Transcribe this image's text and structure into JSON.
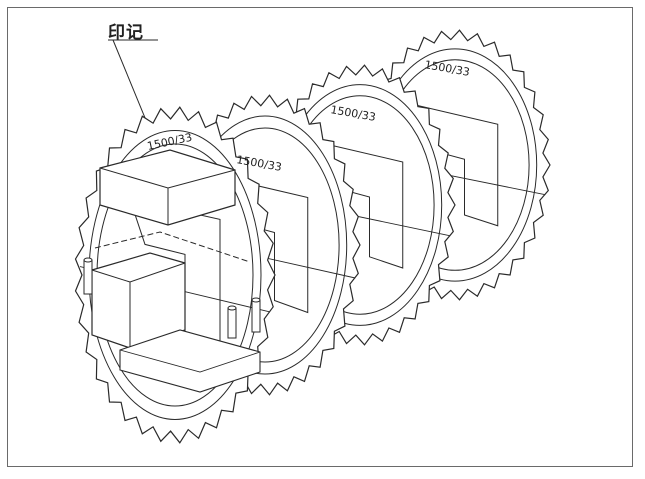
{
  "callout_label": "印记",
  "gear_stamps": [
    "1500/33",
    "1500/33",
    "1500/33",
    "1500/33"
  ],
  "colors": {
    "line": "#2a2a2a",
    "border": "#6a6a6a",
    "fill": "#ffffff",
    "shade": "#dcdcdc"
  }
}
